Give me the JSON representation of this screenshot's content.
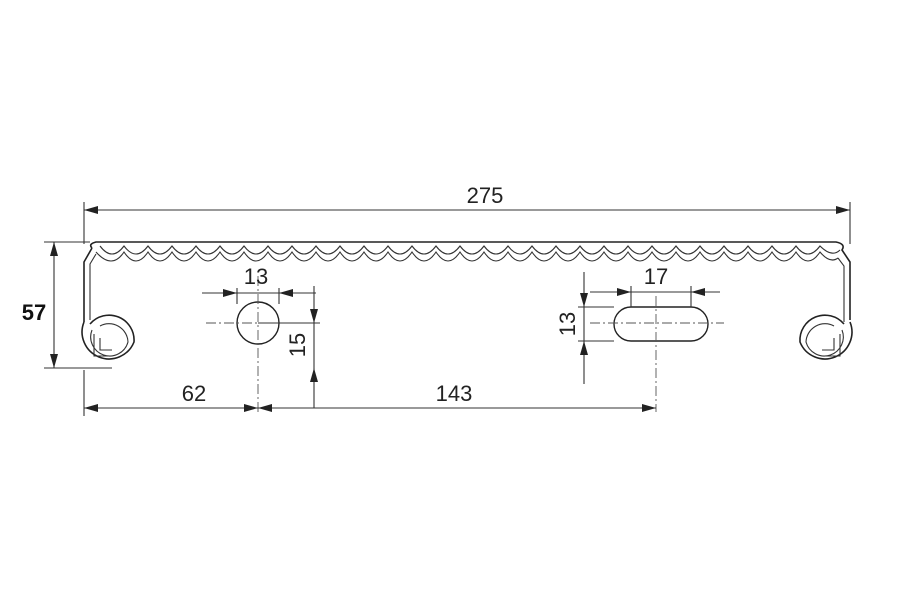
{
  "diagram": {
    "dimensions": {
      "overall_width": "275",
      "height": "57",
      "left_to_hole": "62",
      "hole_to_slot": "143",
      "hole_diameter": "13",
      "hole_offset": "15",
      "slot_height": "13",
      "slot_length": "17"
    },
    "colors": {
      "line": "#222222",
      "background": "#ffffff"
    }
  }
}
